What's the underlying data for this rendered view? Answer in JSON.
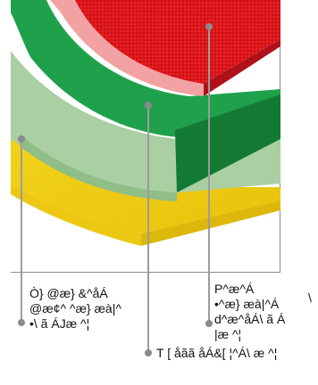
{
  "colors": {
    "red_layer": "#e3161a",
    "pink_layer": "#f2a2a2",
    "green_layer": "#1fa14b",
    "pale_green_layer": "#a9cfa3",
    "yellow_layer": "#f1ce12",
    "leader_line": "#9c9c9c",
    "frame_line": "#8c8c8c",
    "label_text": "#111111"
  },
  "callouts": {
    "left_label": "Ò} @æ} &^åÁ\n@æ¢^ ^æ} æà|^\n•\\ ã ÁJæ ^¦",
    "right_label": "P^æ^Á\n•^æ} æà|^Á\nd^æ^åÁ\\ ã Á\n|æ ^¦",
    "bottom_label": "T [ åãã åÁ&[ ¦^Á\\ æ ^¦",
    "edge_mark": "\\"
  },
  "icons": {
    "leader_endpoint": "dot-icon"
  }
}
